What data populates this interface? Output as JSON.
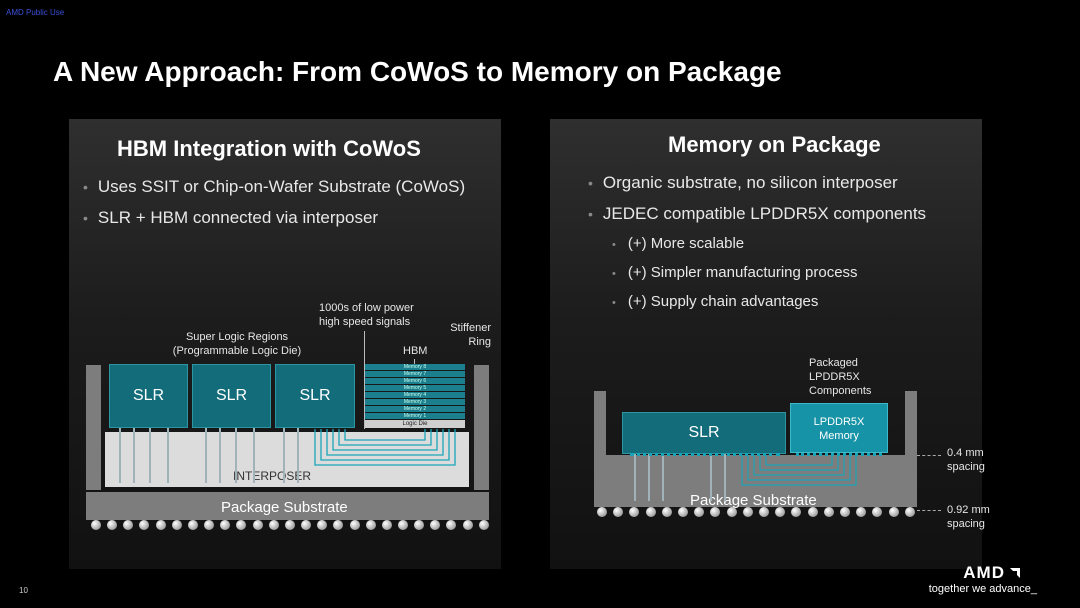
{
  "header_tag": "AMD Public Use",
  "slide_title": "A New Approach: From CoWoS to Memory on Package",
  "left_panel": {
    "title": "HBM Integration with CoWoS",
    "bullets": [
      "Uses SSIT or Chip-on-Wafer Substrate (CoWoS)",
      "SLR + HBM connected via interposer"
    ],
    "diagram": {
      "signals_label_1": "1000s of low power",
      "signals_label_2": "high speed signals",
      "slr_group_label_1": "Super Logic Regions",
      "slr_group_label_2": "(Programmable Logic Die)",
      "stiffener_label_1": "Stiffener",
      "stiffener_label_2": "Ring",
      "hbm_label": "HBM",
      "slr_blocks": [
        "SLR",
        "SLR",
        "SLR"
      ],
      "hbm_layers": [
        "Memory 8",
        "Memory 7",
        "Memory 6",
        "Memory 5",
        "Memory 4",
        "Memory 3",
        "Memory 2",
        "Memory 1"
      ],
      "logic_die": "Logic Die",
      "interposer": "INTERPOSER",
      "substrate": "Package Substrate"
    }
  },
  "right_panel": {
    "title": "Memory on Package",
    "bullets": [
      "Organic substrate, no silicon interposer",
      "JEDEC compatible LPDDR5X components"
    ],
    "sub_bullets": [
      "(+) More scalable",
      "(+) Simpler manufacturing process",
      "(+) Supply chain advantages"
    ],
    "diagram": {
      "packaged_label_1": "Packaged",
      "packaged_label_2": "LPDDR5X",
      "packaged_label_3": "Components",
      "slr": "SLR",
      "lpddr_1": "LPDDR5X",
      "lpddr_2": "Memory",
      "substrate": "Package Substrate",
      "spacing_1_value": "0.4 mm",
      "spacing_1_unit": "spacing",
      "spacing_2_value": "0.92 mm",
      "spacing_2_unit": "spacing"
    }
  },
  "footer": {
    "page_number": "10",
    "logo": "AMD",
    "tagline": "together we advance_"
  },
  "colors": {
    "teal": "#136c79",
    "teal_light": "#18a5b9",
    "panel": "#2a2a2a",
    "gray": "#7d7d7d"
  }
}
